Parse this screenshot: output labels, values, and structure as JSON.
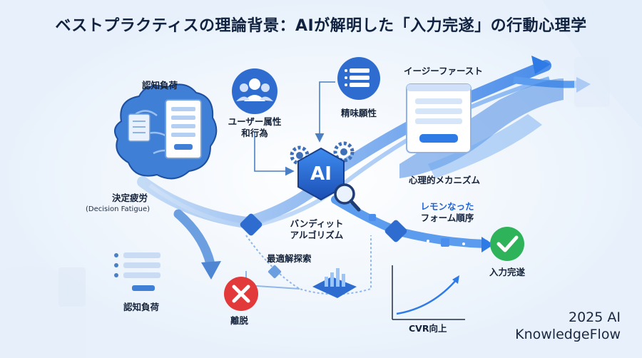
{
  "title": "ベストプラクティスの理論背景：AIが解明した「入力完遂」の行動心理学",
  "labels": {
    "cognitive_load_top": "認知負荷",
    "cognitive_load_bottom": "認知負荷",
    "decision_fatigue": "決定疲労",
    "decision_fatigue_en": "(Decision Fatigue)",
    "user_attributes_line1": "ユーザー属性",
    "user_attributes_line2": "和行為",
    "preference": "精味願性",
    "easy_first": "イージーファースト",
    "mechanism": "心理的メカニズム",
    "bandit_line1": "バンディット",
    "bandit_line2": "アルゴリズム",
    "optimal_search": "最適解探索",
    "lemon_line1": "レモンなった",
    "lemon_line2": "フォーム順序",
    "completion": "入力完遂",
    "churn": "離脱",
    "cvr_up": "CVR向上",
    "ai_chip": "AI"
  },
  "brand": {
    "line1": "2025 AI",
    "line2": "KnowledgeFlow"
  },
  "colors": {
    "accent": "#2f7be6",
    "success": "#2fb35a",
    "danger": "#e23a3a",
    "dark": "#10223f"
  },
  "icons": [
    "brain-icon",
    "form-icon",
    "users-icon",
    "list-icon",
    "gear-icon",
    "magnifier-icon",
    "check-icon",
    "cross-icon",
    "growth-chart-icon",
    "bar-chart-icon"
  ]
}
